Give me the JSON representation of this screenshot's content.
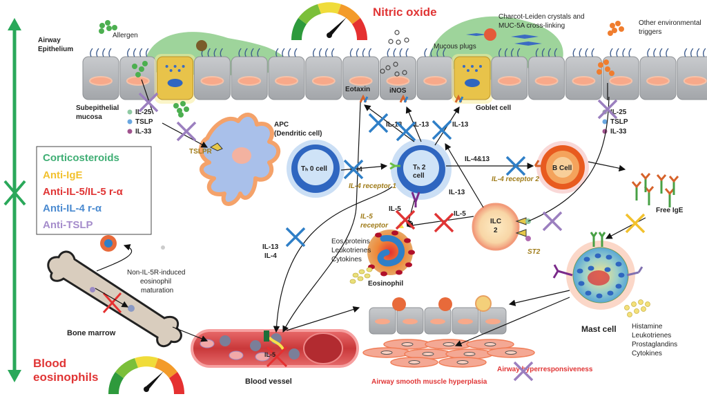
{
  "diagram": {
    "gauges": {
      "top": {
        "title": "Nitric oxide",
        "level_percent": 70
      },
      "bottom": {
        "title_line1": "Blood",
        "title_line2": "eosinophils",
        "level_percent": 70
      }
    },
    "colors": {
      "corticosteroids": "#3fae74",
      "anti_ige": "#f2c12e",
      "anti_il5": "#e03535",
      "anti_il4": "#2f7fc7",
      "anti_tslp": "#9b7fbf",
      "epithelial_cell": "#b9bbbf",
      "nucleus": "#f8a98a",
      "mucus": "#7dc57a"
    },
    "legend": {
      "items": [
        {
          "label": "Corticosteroids",
          "color": "#3fae74"
        },
        {
          "label": "Anti-IgE",
          "color": "#f2c12e"
        },
        {
          "label": "Anti-IL-5/IL-5 r-α",
          "color": "#e03535"
        },
        {
          "label": "Anti-IL-4 r-α",
          "color": "#4a8ad0"
        },
        {
          "label": "Anti-TSLP",
          "color": "#a58ccb"
        }
      ]
    },
    "labels": {
      "airway_epithelium_1": "Airway",
      "airway_epithelium_2": "Epithelium",
      "allergen": "Allergen",
      "charcot_1": "Charcot-Leiden crystals and",
      "charcot_2": "MUC-5A cross-linking",
      "other_triggers_1": "Other environmental",
      "other_triggers_2": "triggers",
      "mucous_plugs": "Mucous plugs",
      "subepithelial_1": "Subepithelial",
      "subepithelial_2": "mucosa",
      "eotaxin": "Eotaxin",
      "inos": "iNOS",
      "goblet_cell": "Goblet cell",
      "apc_1": "APC",
      "apc_2": "(Dendritic cell)",
      "tslpr": "TSLPR",
      "th0_cell": "Tₕ 0 cell",
      "th2_cell_1": "Tₕ 2",
      "th2_cell_2": "cell",
      "il4": "IL-4",
      "il4_receptor_1": "IL-4 receptor 1",
      "il4_receptor_2": "IL-4 receptor 2",
      "il4_13": "IL-4&13",
      "il13_a": "IL-13",
      "il13_b": "IL-13",
      "il13_c": "IL-13",
      "il13_d": "IL-13",
      "il13_il4_1": "IL-13",
      "il13_il4_2": "IL-4",
      "b_cell": "B Cell",
      "free_ige": "Free IgE",
      "il5_a": "IL-5",
      "il5_b": "IL-5",
      "il5_receptor_1": "IL-5",
      "il5_receptor_2": "receptor",
      "ilc2_1": "ILC",
      "ilc2_2": "2",
      "st2": "ST2",
      "eos_products": [
        "Eos proteins",
        "Leukotrienes",
        "Cytokines"
      ],
      "eosinophil": "Eosinophil",
      "non_il5r_1": "Non-IL-5R-induced",
      "non_il5r_2": "eosinophil",
      "non_il5r_3": "maturation",
      "bone_marrow": "Bone marrow",
      "blood_vessel": "Blood vessel",
      "il5_vessel": "IL-5",
      "mast_cell": "Mast cell",
      "mast_products": [
        "Histamine",
        "Leukotrienes",
        "Prostaglandins",
        "Cytokines"
      ],
      "airway_smooth": "Airway smooth muscle hyperplasia",
      "airway_hyper": "Airway hyperresponsiveness"
    },
    "cytokine_key_left": [
      {
        "label": "IL-25",
        "color": "#8fcaa3"
      },
      {
        "label": "TSLP",
        "color": "#6aa7e0"
      },
      {
        "label": "IL-33",
        "color": "#a0548e"
      }
    ],
    "cytokine_key_right": [
      {
        "label": "IL-25",
        "color": "#9aa0a6"
      },
      {
        "label": "TSLP",
        "color": "#6aa7e0"
      },
      {
        "label": "IL-33",
        "color": "#a0548e"
      }
    ]
  }
}
